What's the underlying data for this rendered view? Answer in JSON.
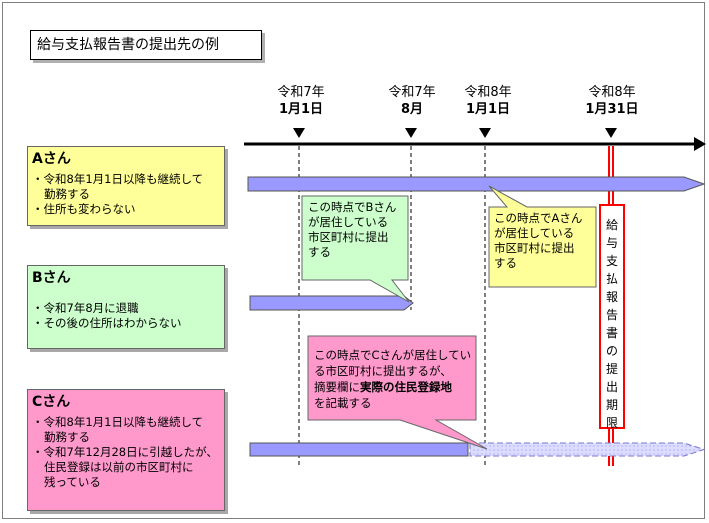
{
  "title": "給与支払報告書の提出先の例",
  "dates": [
    {
      "line1": "令和7年",
      "line2": "1月1日"
    },
    {
      "line1": "令和7年",
      "line2": "8月"
    },
    {
      "line1": "令和8年",
      "line2": "1月1日"
    },
    {
      "line1": "令和8年",
      "line2": "1月31日"
    }
  ],
  "persons": {
    "a": {
      "name": "Aさん",
      "lines": [
        "・令和8年1月1日以降も継続して",
        "勤務する",
        "・住所も変わらない"
      ],
      "color": "#ffff99"
    },
    "b": {
      "name": "Bさん",
      "lines": [
        "・令和7年8月に退職",
        "・その後の住所はわからない"
      ],
      "color": "#ccffcc"
    },
    "c": {
      "name": "Cさん",
      "lines": [
        "・令和8年1月1日以降も継続して",
        "勤務する",
        "・令和7年12月28日に引越したが、",
        "住民登録は以前の市区町村に",
        "残っている"
      ],
      "color": "#ff99cc"
    }
  },
  "callouts": {
    "b": [
      "この時点でBさん",
      "が居住している",
      "市区町村に提出",
      "する"
    ],
    "a": [
      "この時点でAさん",
      "が居住している",
      "市区町村に提出",
      "する"
    ],
    "c_line1": "この時点でCさんが居住してい",
    "c_line2": "る市区町村に提出するが、",
    "c_line3_pre": "摘要欄に",
    "c_line3_bold": "実際の住民登録地",
    "c_line4": "を記載する"
  },
  "deadline_label": "給与支払報告書の提出期限",
  "colors": {
    "bar": "#9999ff",
    "bar_faded": "#ccccff",
    "deadline": "#ff0000"
  }
}
